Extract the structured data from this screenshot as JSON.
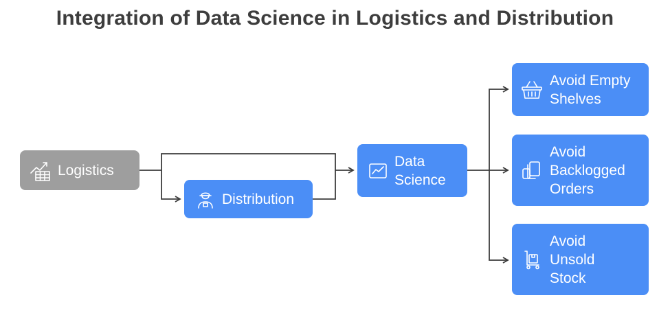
{
  "title": "Integration of Data Science in Logistics and Distribution",
  "colors": {
    "source": "#9e9e9e",
    "node": "#4b8ef6",
    "connector": "#3c3c3c",
    "title": "#3d3d3d"
  },
  "nodes": {
    "logistics": {
      "lines": [
        "Logistics"
      ],
      "icon": "growth-chart-icon"
    },
    "distribution": {
      "lines": [
        "Distribution"
      ],
      "icon": "delivery-worker-icon"
    },
    "data_science": {
      "lines": [
        "Data",
        "Science"
      ],
      "icon": "line-chart-icon"
    },
    "empty_shelves": {
      "lines": [
        "Avoid Empty",
        "Shelves"
      ],
      "icon": "basket-icon"
    },
    "backlogged": {
      "lines": [
        "Avoid",
        "Backlogged",
        "Orders"
      ],
      "icon": "stacked-documents-icon"
    },
    "unsold": {
      "lines": [
        "Avoid",
        "Unsold",
        "Stock"
      ],
      "icon": "cart-box-icon"
    }
  }
}
